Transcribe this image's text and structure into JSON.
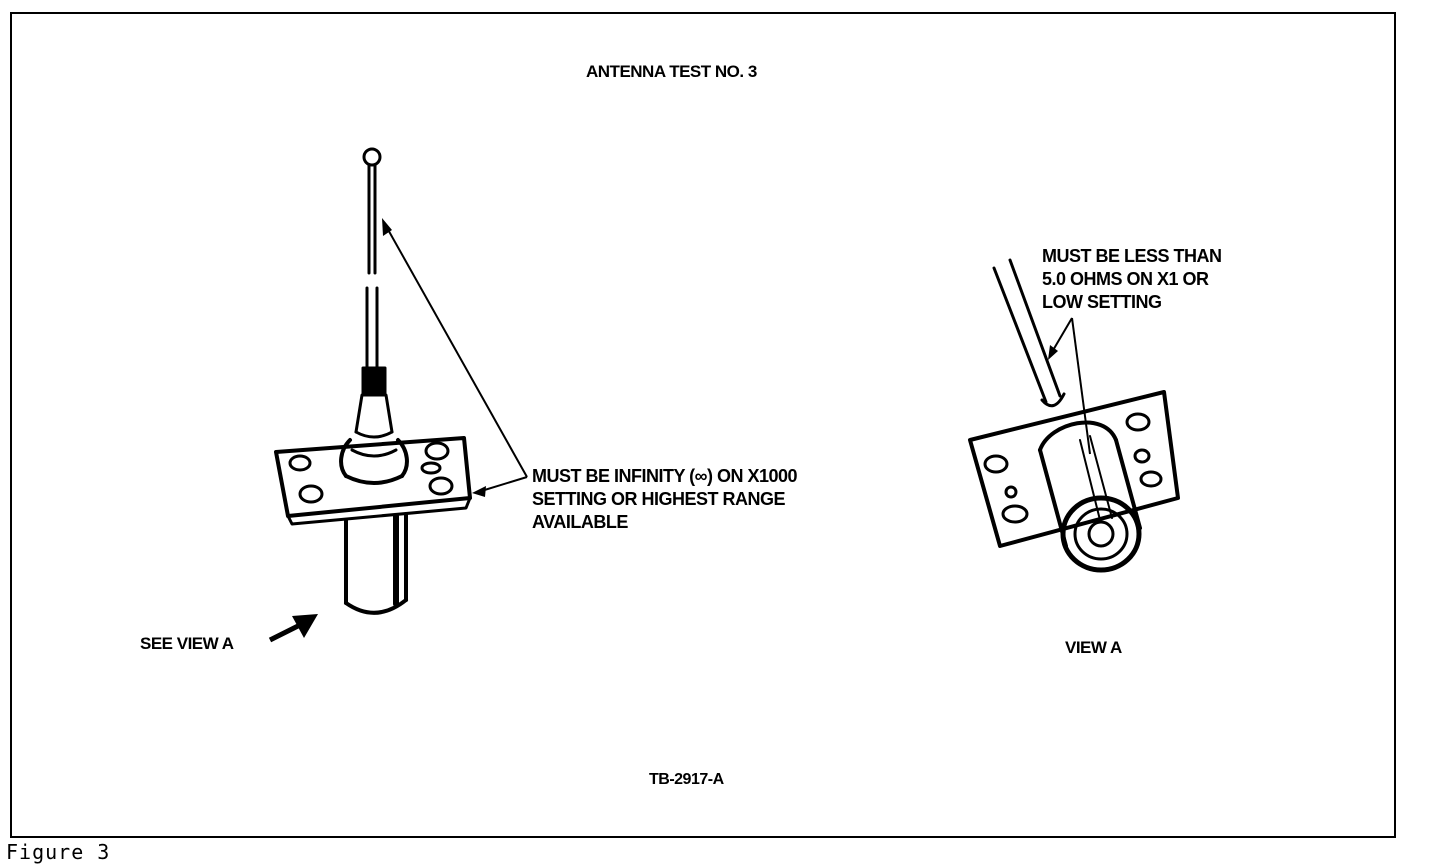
{
  "figure": {
    "title": "ANTENNA TEST NO. 3",
    "left_callout": [
      "MUST BE INFINITY (∞) ON X1000",
      "SETTING OR HIGHEST RANGE",
      "AVAILABLE"
    ],
    "right_callout": [
      "MUST BE LESS THAN",
      "5.0 OHMS ON X1 OR",
      "LOW SETTING"
    ],
    "see_view_label": "SEE VIEW A",
    "view_label": "VIEW A",
    "drawing_code": "TB-2917-A",
    "caption": "Figure 3"
  }
}
